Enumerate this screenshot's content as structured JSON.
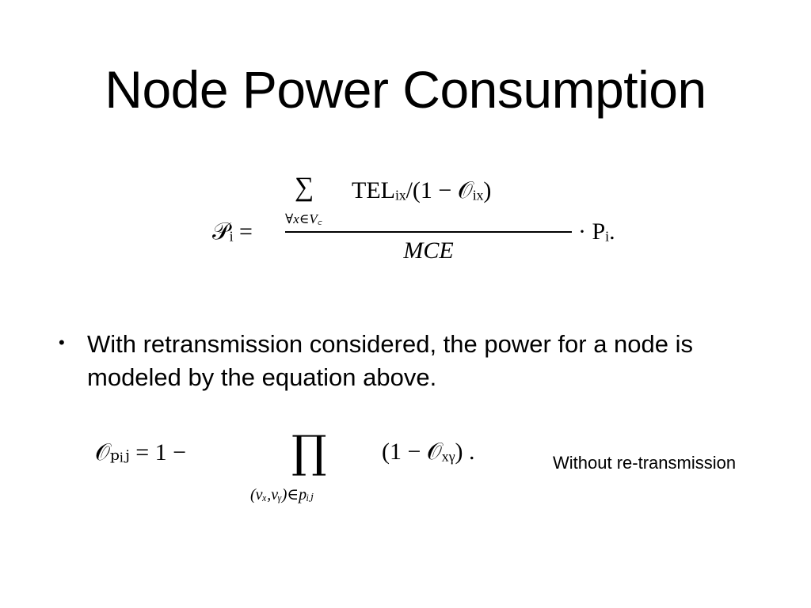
{
  "slide": {
    "title": "Node Power Consumption",
    "equation1": {
      "lhs": "𝒫ᵢ =",
      "sum_symbol": "∑",
      "sum_subscript": "∀x∈V꜀",
      "numerator": "TELᵢₓ/(1 − 𝒪ᵢₓ)",
      "denominator": "MCE",
      "rhs": "· Pᵢ."
    },
    "bullet": {
      "symbol": "•",
      "text": "With retransmission considered, the power for a node is modeled by the equation above."
    },
    "equation2": {
      "lhs": "𝒪ₚᵢⱼ = 1 −",
      "product_symbol": "∏",
      "product_subscript": "(vₓ,vᵧ)∈pᵢⱼ",
      "rhs": "(1 − 𝒪ₓᵧ) ."
    },
    "note": "Without re-transmission"
  }
}
